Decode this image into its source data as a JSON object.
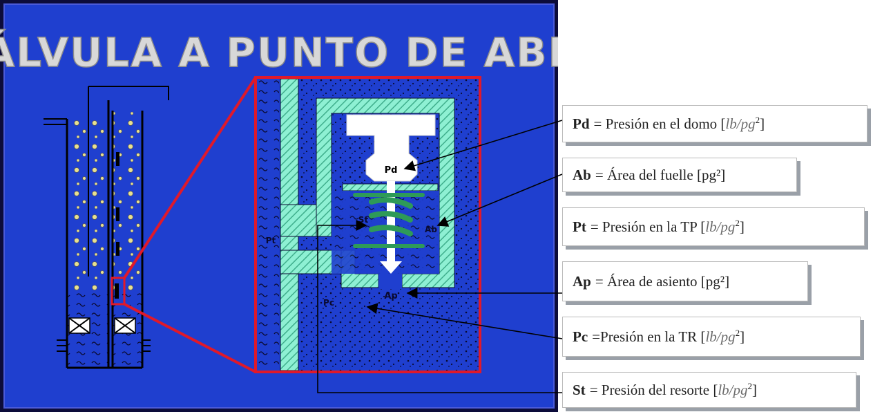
{
  "title": "VÁLVULA A PUNTO DE ABRIR",
  "diagram_labels": {
    "pd": "Pd",
    "ab": "Ab",
    "ap": "Ap",
    "pc": "Pc",
    "pt": "Pt",
    "st": "St"
  },
  "labels": [
    {
      "abbr": "Pd",
      "text": "= Presión en el domo [",
      "unit": "lb/pg",
      "exp": "2",
      "close": "]"
    },
    {
      "abbr": "Ab",
      "text": "= Área del fuelle [pg²]",
      "unit": "",
      "exp": "",
      "close": ""
    },
    {
      "abbr": "Pt",
      "text": "= Presión en la TP [",
      "unit": "lb/pg",
      "exp": "2",
      "close": "]"
    },
    {
      "abbr": "Ap",
      "text": "= Área de asiento [pg²]",
      "unit": "",
      "exp": "",
      "close": ""
    },
    {
      "abbr": "Pc",
      "text": "=Presión en la TR [",
      "unit": "lb/pg",
      "exp": "2",
      "close": "]"
    },
    {
      "abbr": "St",
      "text": "= Presión del resorte [",
      "unit": "lb/pg",
      "exp": "2",
      "close": "]"
    }
  ],
  "colors": {
    "background": "#1f3fcf",
    "zoom_frame": "#e0192a",
    "valve_body": "#7fe6c8",
    "spring": "#2e9a58",
    "title": "#d8d8d8"
  }
}
